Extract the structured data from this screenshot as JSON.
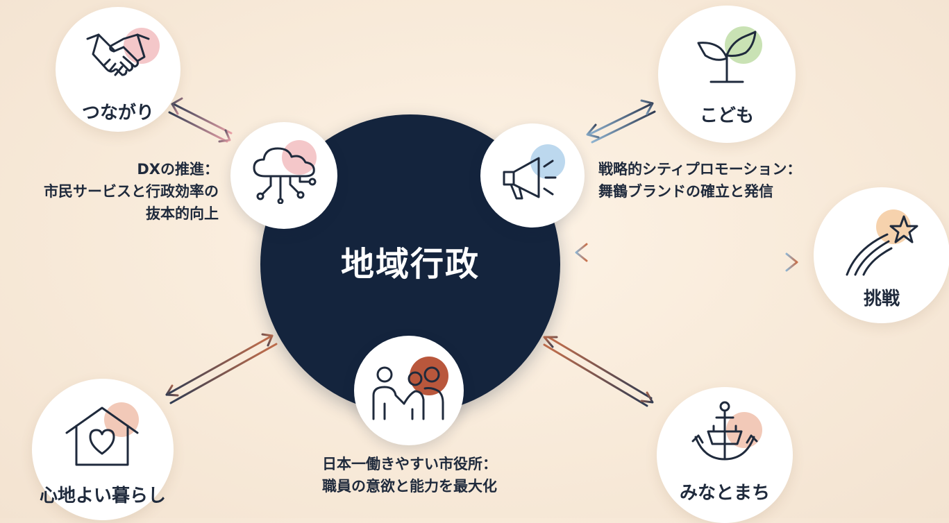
{
  "hub": {
    "label": "地域行政"
  },
  "nodes": {
    "tsunagari": {
      "label": "つながり",
      "icon": "handshake-icon"
    },
    "kodomo": {
      "label": "こども",
      "icon": "sprout-icon"
    },
    "chousen": {
      "label": "挑戦",
      "icon": "shooting-star-icon"
    },
    "kurashi": {
      "label": "心地よい暮らし",
      "icon": "house-heart-icon"
    },
    "minatomachi": {
      "label": "みなとまち",
      "icon": "anchor-ship-icon"
    }
  },
  "initiatives": {
    "dx": {
      "icon": "cloud-network-icon",
      "caption": [
        "DXの推進：",
        "市民サービスと行政効率の",
        "抜本的向上"
      ]
    },
    "promotion": {
      "icon": "megaphone-icon",
      "caption": [
        "戦略的シティプロモーション：",
        "舞鶴ブランドの確立と発信"
      ]
    },
    "workplace": {
      "icon": "people-collaboration-icon",
      "caption": [
        "日本一働きやすい市役所：",
        "職員の意欲と能力を最大化"
      ]
    }
  },
  "colors": {
    "hub": "#14243d",
    "arrow_navy": "#2f3b52",
    "arrow_pink": "#e8a0a6",
    "arrow_blue": "#8fb3d0",
    "arrow_terracotta": "#c9714c",
    "accent_pink": "#f4c7c9",
    "accent_green": "#c9e2b4",
    "accent_blue": "#bcd8ee",
    "accent_orange": "#f6d2ad",
    "accent_terracotta": "#b9573c",
    "accent_peach": "#f2c9b8"
  }
}
